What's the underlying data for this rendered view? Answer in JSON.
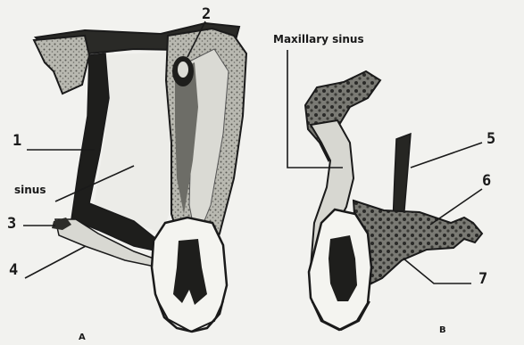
{
  "labels": {
    "n1": "1",
    "n2": "2",
    "n3": "3",
    "n4": "4",
    "n5": "5",
    "n6": "6",
    "n7": "7",
    "sinus": "sinus",
    "maxillary_sinus": "Maxillary sinus",
    "panel_a": "A",
    "panel_b": "B"
  },
  "colors": {
    "background": "#f2f2ef",
    "ink": "#1a1a1a",
    "bone_shade": "#9a9a92"
  }
}
